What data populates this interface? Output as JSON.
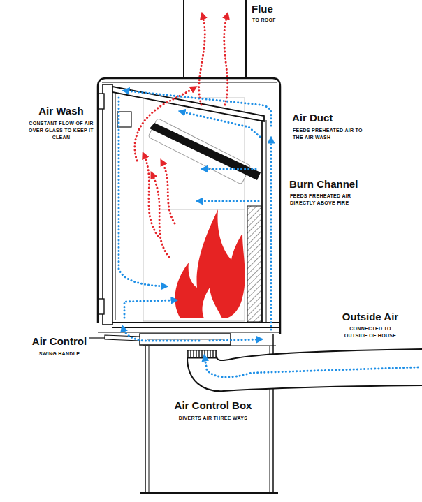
{
  "diagram": {
    "labels": [
      "Flue",
      "TO ROOF",
      "Air Wash",
      "CONSTANT FLOW OF AIR OVER GLASS TO KEEP IT CLEAN",
      "Air Duct",
      "FEEDS PREHEATED AIR TO THE AIR WASH",
      "Burn Channel",
      "FEEDS PREHEATED AIR DIRECTLY ABOVE FIRE",
      "Outside Air",
      "CONNECTED TO OUTSIDE OF HOUSE",
      "Air Control",
      "SWING HANDLE",
      "Air Control Box",
      "DIVERTS AIR THREE WAYS"
    ]
  }
}
